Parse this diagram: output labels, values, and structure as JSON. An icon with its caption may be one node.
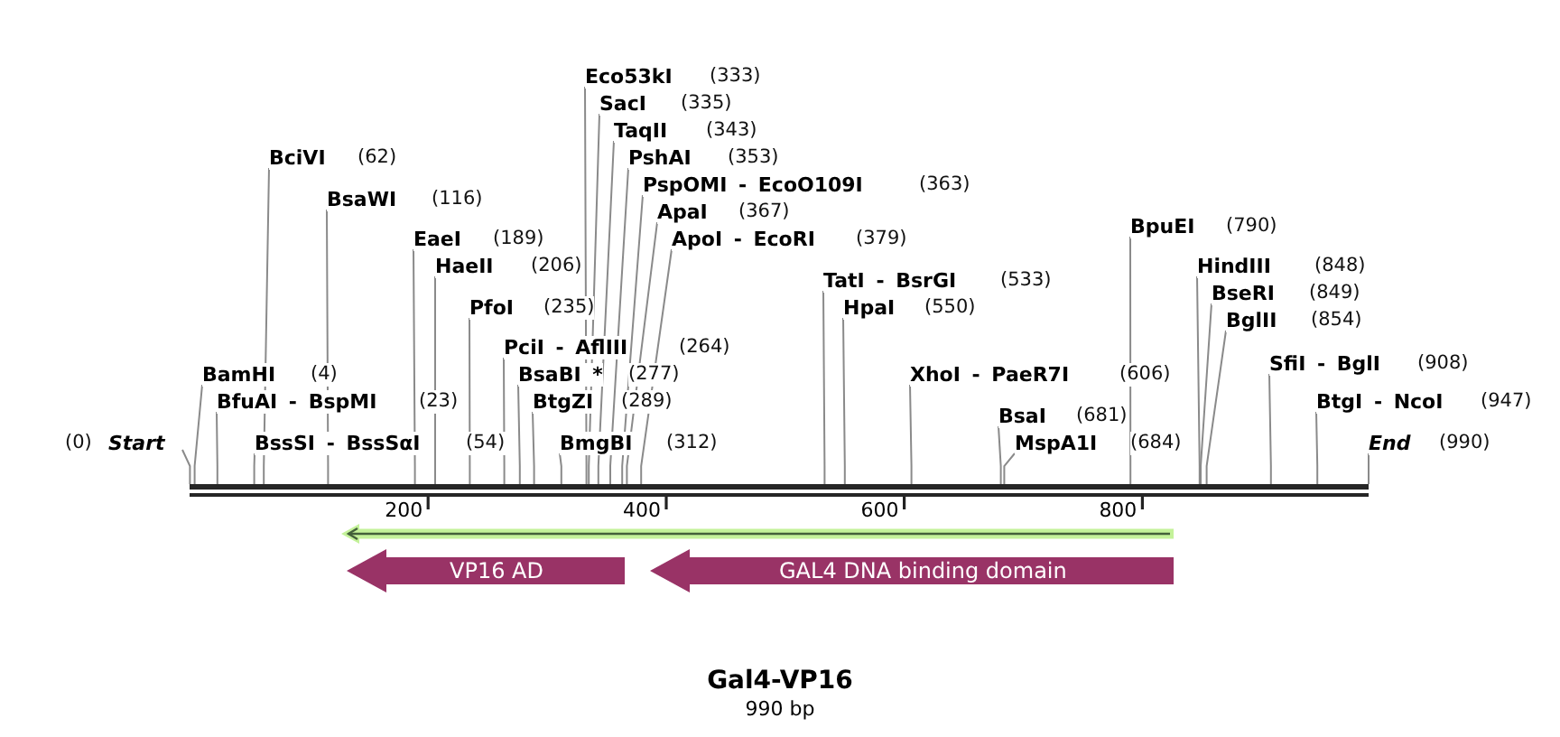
{
  "diagram": {
    "title": "Gal4-VP16",
    "caption": "990 bp",
    "nodes": [
      {
        "text": [
          "Eco53kI",
          "(333)"
        ]
      },
      {
        "text": [
          "SacI",
          "(335)"
        ]
      },
      {
        "text": [
          "TaqII",
          "(343)"
        ]
      },
      {
        "text": [
          "BciVI",
          "(62)"
        ]
      },
      {
        "text": [
          "PshAI",
          "(353)"
        ]
      },
      {
        "text": [
          "PspOMI - EcoO109I",
          "(363)"
        ]
      },
      {
        "text": [
          "BsaWI",
          "(116)"
        ]
      },
      {
        "text": [
          "ApaI",
          "(367)"
        ]
      },
      {
        "text": [
          "BpuEI",
          "(790)"
        ]
      },
      {
        "text": [
          "EaeI",
          "(189)"
        ]
      },
      {
        "text": [
          "ApoI - EcoRI",
          "(379)"
        ]
      },
      {
        "text": [
          "HaeII",
          "(206)"
        ]
      },
      {
        "text": [
          "HindIII",
          "(848)"
        ]
      },
      {
        "text": [
          "TatI - BsrGI",
          "(533)"
        ]
      },
      {
        "text": [
          "BseRI",
          "(849)"
        ]
      },
      {
        "text": [
          "PfoI",
          "(235)"
        ]
      },
      {
        "text": [
          "HpaI",
          "(550)"
        ]
      },
      {
        "text": [
          "BglII",
          "(854)"
        ]
      },
      {
        "text": [
          "PciI - AflIII",
          "(264)"
        ]
      },
      {
        "text": [
          "SfiI - BglI",
          "(908)"
        ]
      },
      {
        "text": [
          "BamHI",
          "(4)"
        ]
      },
      {
        "text": [
          "BsaBI *",
          "(277)"
        ]
      },
      {
        "text": [
          "XhoI - PaeR7I",
          "(606)"
        ]
      },
      {
        "text": [
          "BfuAI - BspMI",
          "(23)"
        ]
      },
      {
        "text": [
          "BtgZI",
          "(289)"
        ]
      },
      {
        "text": [
          "BtgI - NcoI",
          "(947)"
        ]
      },
      {
        "text": [
          "BsaI",
          "(681)"
        ]
      },
      {
        "text": [
          "(0)",
          "Start"
        ]
      },
      {
        "text": [
          "BssSI - BssSαI",
          "(54)"
        ]
      },
      {
        "text": [
          "BmgBI",
          "(312)"
        ]
      },
      {
        "text": [
          "MspA1I",
          "(684)"
        ]
      },
      {
        "text": [
          "End",
          "(990)"
        ]
      },
      {
        "text": [],
        "shape": "bar"
      },
      {
        "text": [],
        "shape": "arrow"
      },
      {
        "text": [
          "VP16 AD"
        ]
      },
      {
        "text": [
          "GAL4 DNA binding domain"
        ]
      }
    ],
    "edges": [
      {
        "from": 0,
        "to": 32,
        "arrow": "none"
      },
      {
        "from": 1,
        "to": 32,
        "arrow": "none"
      },
      {
        "from": 2,
        "to": 32,
        "arrow": "none"
      },
      {
        "from": 3,
        "to": 32,
        "arrow": "none"
      },
      {
        "from": 4,
        "to": 32,
        "arrow": "none"
      },
      {
        "from": 5,
        "to": 32,
        "arrow": "none"
      },
      {
        "from": 6,
        "to": 32,
        "arrow": "none"
      },
      {
        "from": 7,
        "to": 32,
        "arrow": "none"
      },
      {
        "from": 8,
        "to": 32,
        "arrow": "none"
      },
      {
        "from": 9,
        "to": 32,
        "arrow": "none"
      },
      {
        "from": 10,
        "to": 32,
        "arrow": "none"
      },
      {
        "from": 11,
        "to": 32,
        "arrow": "none"
      },
      {
        "from": 12,
        "to": 32,
        "arrow": "none"
      },
      {
        "from": 13,
        "to": 32,
        "arrow": "none"
      },
      {
        "from": 14,
        "to": 32,
        "arrow": "none"
      },
      {
        "from": 15,
        "to": 32,
        "arrow": "none"
      },
      {
        "from": 16,
        "to": 32,
        "arrow": "none"
      },
      {
        "from": 17,
        "to": 32,
        "arrow": "none"
      },
      {
        "from": 18,
        "to": 32,
        "arrow": "none"
      },
      {
        "from": 19,
        "to": 32,
        "arrow": "none"
      },
      {
        "from": 20,
        "to": 32,
        "arrow": "none"
      },
      {
        "from": 21,
        "to": 32,
        "arrow": "none"
      },
      {
        "from": 22,
        "to": 32,
        "arrow": "none"
      },
      {
        "from": 23,
        "to": 32,
        "arrow": "none"
      },
      {
        "from": 24,
        "to": 32,
        "arrow": "none"
      },
      {
        "from": 25,
        "to": 32,
        "arrow": "none"
      },
      {
        "from": 26,
        "to": 32,
        "arrow": "none"
      },
      {
        "from": 27,
        "to": 32,
        "arrow": "none"
      },
      {
        "from": 28,
        "to": 32,
        "arrow": "none"
      },
      {
        "from": 29,
        "to": 32,
        "arrow": "none"
      },
      {
        "from": 30,
        "to": 32,
        "arrow": "none"
      },
      {
        "from": 31,
        "to": 32,
        "arrow": "none"
      }
    ],
    "labels": [
      "200",
      "400",
      "600",
      "800"
    ]
  }
}
